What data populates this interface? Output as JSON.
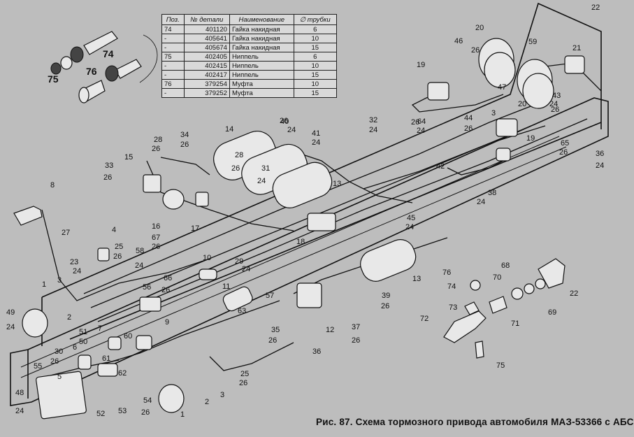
{
  "table": {
    "headers": [
      "Поз.",
      "№ детали",
      "Наименование",
      "∅ трубки"
    ],
    "rows": [
      [
        "74",
        "401120",
        "Гайка накидная",
        "6"
      ],
      [
        "-",
        "405641",
        "Гайка накидная",
        "10"
      ],
      [
        "-",
        "405674",
        "Гайка накидная",
        "15"
      ],
      [
        "75",
        "402405",
        "Ниппель",
        "6"
      ],
      [
        "-",
        "402415",
        "Ниппель",
        "10"
      ],
      [
        "-",
        "402417",
        "Ниппель",
        "15"
      ],
      [
        "76",
        "379254",
        "Муфта",
        "10"
      ],
      [
        "-",
        "379252",
        "Муфта",
        "15"
      ]
    ]
  },
  "caption": "Рис. 87. Схема тормозного привода автомобиля МАЗ-53366 с АБС",
  "inset_labels": [
    "74",
    "75",
    "76"
  ],
  "labels": {
    "l1a": "1",
    "l1b": "1",
    "l2a": "2",
    "l2b": "2",
    "l3a": "3",
    "l3b": "3",
    "l3c": "3",
    "l4": "4",
    "l5": "5",
    "l6": "6",
    "l7": "7",
    "l8": "8",
    "l9": "9",
    "l10": "10",
    "l11": "11",
    "l12": "12",
    "l13a": "13",
    "l13b": "13",
    "l14": "14",
    "l15": "15",
    "l16": "16",
    "l17": "17",
    "l18": "18",
    "l19a": "19",
    "l19b": "19",
    "l20a": "20",
    "l20b": "20",
    "l21": "21",
    "l22a": "22",
    "l22b": "22",
    "l23": "23",
    "l24a": "24",
    "l24b": "24",
    "l24c": "24",
    "l24d": "24",
    "l24e": "24",
    "l24f": "24",
    "l24g": "24",
    "l24h": "24",
    "l24i": "24",
    "l24j": "24",
    "l24k": "24",
    "l24l": "24",
    "l24m": "24",
    "l24n": "24",
    "l25a": "25",
    "l25b": "25",
    "l26a": "26",
    "l26b": "26",
    "l26c": "26",
    "l26d": "26",
    "l26e": "26",
    "l26f": "26",
    "l26g": "26",
    "l26h": "26",
    "l26i": "26",
    "l26j": "26",
    "l26k": "26",
    "l26l": "26",
    "l26m": "26",
    "l26n": "26",
    "l26o": "26",
    "l26p": "26",
    "l26q": "26",
    "l26r": "26",
    "l26s": "26",
    "l27": "27",
    "l28a": "28",
    "l28b": "28",
    "l29": "29",
    "l30": "30",
    "l31": "31",
    "l32": "32",
    "l33": "33",
    "l34": "34",
    "l35": "35",
    "l36a": "36",
    "l36b": "36",
    "l37": "37",
    "l38": "38",
    "l39": "39",
    "l40": "40",
    "l41": "41",
    "l42": "42",
    "l43": "43",
    "l44": "44",
    "l45": "45",
    "l46": "46",
    "l47": "47",
    "l48": "48",
    "l49": "49",
    "l50": "50",
    "l51": "51",
    "l52": "52",
    "l53": "53",
    "l54": "54",
    "l55": "55",
    "l56": "56",
    "l57": "57",
    "l58": "58",
    "l59": "59",
    "l60": "60",
    "l61": "61",
    "l62": "62",
    "l63": "63",
    "l64": "64",
    "l65": "65",
    "l66": "66",
    "l67": "67",
    "l68": "68",
    "l69": "69",
    "l70": "70",
    "l71": "71",
    "l72": "72",
    "l73": "73",
    "l74": "74",
    "l75": "75",
    "l76": "76"
  }
}
